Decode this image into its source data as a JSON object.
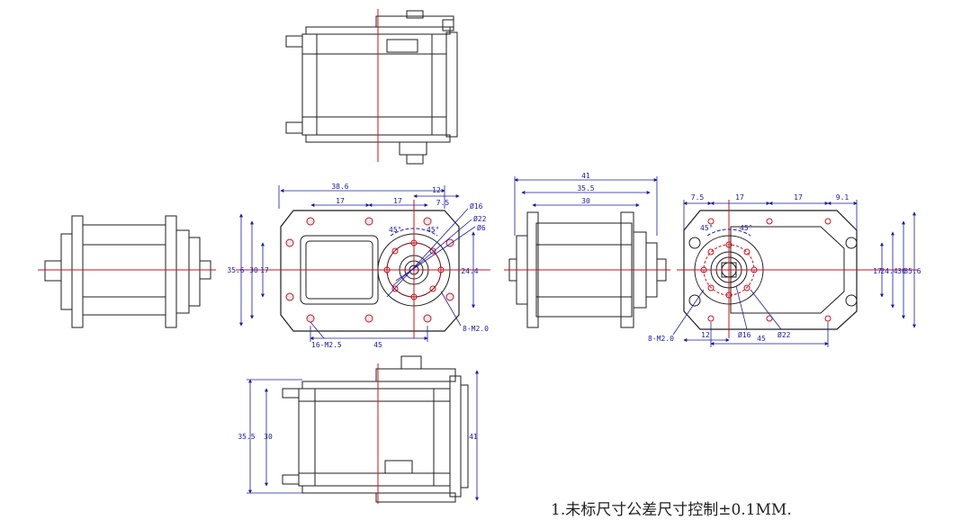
{
  "note": "1.未标尺寸公差尺寸控制±0.1MM.",
  "colors": {
    "outline": "#1e1e1e",
    "dimension": "#1a1aa8",
    "centerline": "#d0101c"
  },
  "front_view": {
    "top_dims": [
      "38.6",
      "17",
      "17",
      "12",
      "7.5"
    ],
    "left_dims": [
      "35.6",
      "30",
      "17"
    ],
    "right_dim": "24.4",
    "callouts": [
      "Ø16",
      "Ø22",
      "Ø6",
      "45°",
      "45°"
    ],
    "bottom_dim": "45",
    "hole_labels": [
      "16-M2.5",
      "8-M2.0"
    ]
  },
  "side_view": {
    "top_dims": [
      "41",
      "35.5",
      "30"
    ]
  },
  "rear_view": {
    "top_dims": [
      "7.5",
      "17",
      "17",
      "9.1"
    ],
    "right_dims": [
      "17",
      "24.4",
      "30",
      "35.6"
    ],
    "bottom_dims": [
      "12",
      "Ø16",
      "45",
      "Ø22"
    ],
    "hole_label": "8-M2.0",
    "angles": [
      "45°",
      "45°"
    ]
  },
  "bottom_view": {
    "left_dims": [
      "35.5",
      "30"
    ],
    "right_dim": "41"
  }
}
